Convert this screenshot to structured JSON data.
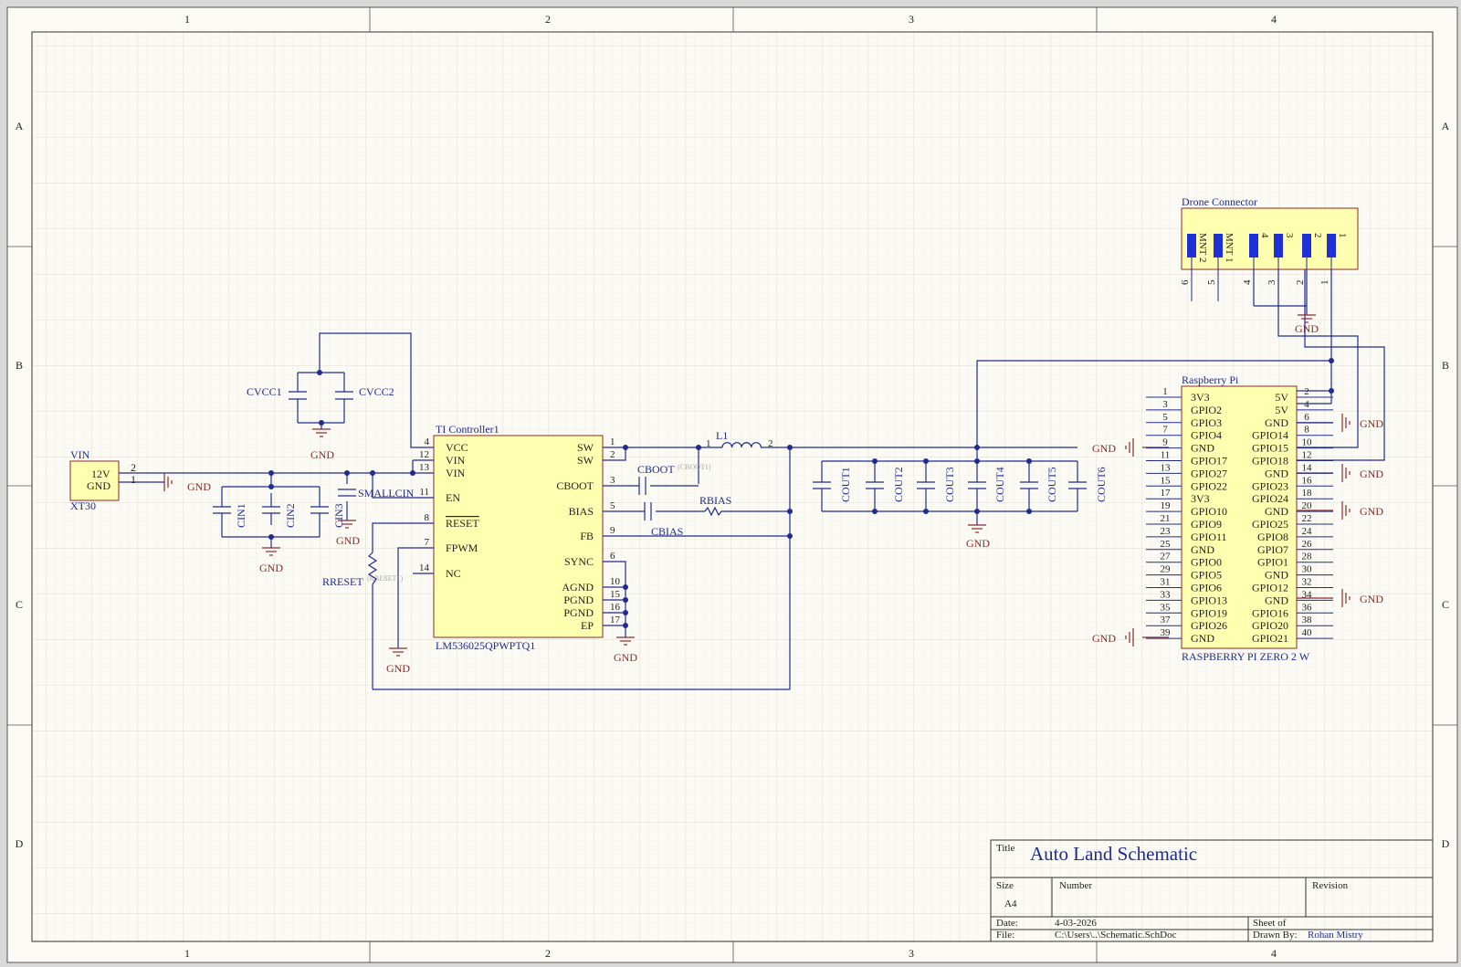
{
  "zones": {
    "columns": [
      "1",
      "2",
      "3",
      "4"
    ],
    "rows": [
      "A",
      "B",
      "C",
      "D"
    ]
  },
  "title_block": {
    "title_label": "Title",
    "title": "Auto Land Schematic",
    "size_label": "Size",
    "size": "A4",
    "number_label": "Number",
    "revision_label": "Revision",
    "date_label": "Date:",
    "date": "4-03-2026",
    "file_label": "File:",
    "file": "C:\\Users\\..\\Schematic.SchDoc",
    "sheet_label": "Sheet  of",
    "drawn_label": "Drawn By:",
    "drawn_by": "Rohan Mistry"
  },
  "xt30": {
    "net": "VIN",
    "pin_12v": "12V",
    "pin_gnd": "GND",
    "pin2": "2",
    "pin1": "1",
    "designator": "XT30"
  },
  "capacitors": {
    "cvcc1": "CVCC1",
    "cvcc2": "CVCC2",
    "cin1": "CIN1",
    "cin2": "CIN2",
    "cin3": "CIN3",
    "smallcin": "SMALLCIN",
    "cboot": "CBOOT",
    "cboot_ghost": "(CBOOT1)",
    "cbias": "CBIAS",
    "cout1": "COUT1",
    "cout2": "COUT2",
    "cout3": "COUT3",
    "cout4": "COUT4",
    "cout5": "COUT5",
    "cout6": "COUT6"
  },
  "resistors": {
    "rbias": "RBIAS",
    "rreset": "RRESET",
    "rreset_ghost": "(RRESET1)"
  },
  "inductor": {
    "name": "L1",
    "pin1": "1",
    "pin2": "2"
  },
  "controller": {
    "designator": "TI Controller1",
    "part": "LM536025QPWPTQ1",
    "left_pins": [
      {
        "num": "4",
        "name": "VCC"
      },
      {
        "num": "12",
        "name": "VIN"
      },
      {
        "num": "13",
        "name": "VIN"
      },
      {
        "num": "11",
        "name": "EN"
      },
      {
        "num": "8",
        "name": "RESET"
      },
      {
        "num": "7",
        "name": "FPWM"
      },
      {
        "num": "14",
        "name": "NC"
      }
    ],
    "right_pins": [
      {
        "num": "1",
        "name": "SW"
      },
      {
        "num": "2",
        "name": "SW"
      },
      {
        "num": "3",
        "name": "CBOOT"
      },
      {
        "num": "5",
        "name": "BIAS"
      },
      {
        "num": "9",
        "name": "FB"
      },
      {
        "num": "6",
        "name": "SYNC"
      },
      {
        "num": "10",
        "name": "AGND"
      },
      {
        "num": "15",
        "name": "PGND"
      },
      {
        "num": "16",
        "name": "PGND"
      },
      {
        "num": "17",
        "name": "EP"
      }
    ]
  },
  "gnd_label": "GND",
  "drone_connector": {
    "title": "Drone Connector",
    "pin_labels": [
      "MNT 2",
      "MNT 1",
      "4",
      "3",
      "2",
      "1"
    ],
    "pin_numbers": [
      "6",
      "5",
      "4",
      "3",
      "2",
      "1"
    ]
  },
  "raspberry_pi": {
    "designator": "Raspberry Pi",
    "part": "RASPBERRY PI ZERO 2 W",
    "rows": [
      {
        "ln": "1",
        "l": "3V3",
        "r": "5V",
        "rn": "2"
      },
      {
        "ln": "3",
        "l": "GPIO2",
        "r": "5V",
        "rn": "4"
      },
      {
        "ln": "5",
        "l": "GPIO3",
        "r": "GND",
        "rn": "6"
      },
      {
        "ln": "7",
        "l": "GPIO4",
        "r": "GPIO14",
        "rn": "8"
      },
      {
        "ln": "9",
        "l": "GND",
        "r": "GPIO15",
        "rn": "10"
      },
      {
        "ln": "11",
        "l": "GPIO17",
        "r": "GPIO18",
        "rn": "12"
      },
      {
        "ln": "13",
        "l": "GPIO27",
        "r": "GND",
        "rn": "14"
      },
      {
        "ln": "15",
        "l": "GPIO22",
        "r": "GPIO23",
        "rn": "16"
      },
      {
        "ln": "17",
        "l": "3V3",
        "r": "GPIO24",
        "rn": "18"
      },
      {
        "ln": "19",
        "l": "GPIO10",
        "r": "GND",
        "rn": "20"
      },
      {
        "ln": "21",
        "l": "GPIO9",
        "r": "GPIO25",
        "rn": "22"
      },
      {
        "ln": "23",
        "l": "GPIO11",
        "r": "GPIO8",
        "rn": "24"
      },
      {
        "ln": "25",
        "l": "GND",
        "r": "GPIO7",
        "rn": "26"
      },
      {
        "ln": "27",
        "l": "GPIO0",
        "r": "GPIO1",
        "rn": "28"
      },
      {
        "ln": "29",
        "l": "GPIO5",
        "r": "GND",
        "rn": "30"
      },
      {
        "ln": "31",
        "l": "GPIO6",
        "r": "GPIO12",
        "rn": "32"
      },
      {
        "ln": "33",
        "l": "GPIO13",
        "r": "GND",
        "rn": "34"
      },
      {
        "ln": "35",
        "l": "GPIO19",
        "r": "GPIO16",
        "rn": "36"
      },
      {
        "ln": "37",
        "l": "GPIO26",
        "r": "GPIO20",
        "rn": "38"
      },
      {
        "ln": "39",
        "l": "GND",
        "r": "GPIO21",
        "rn": "40"
      }
    ]
  }
}
